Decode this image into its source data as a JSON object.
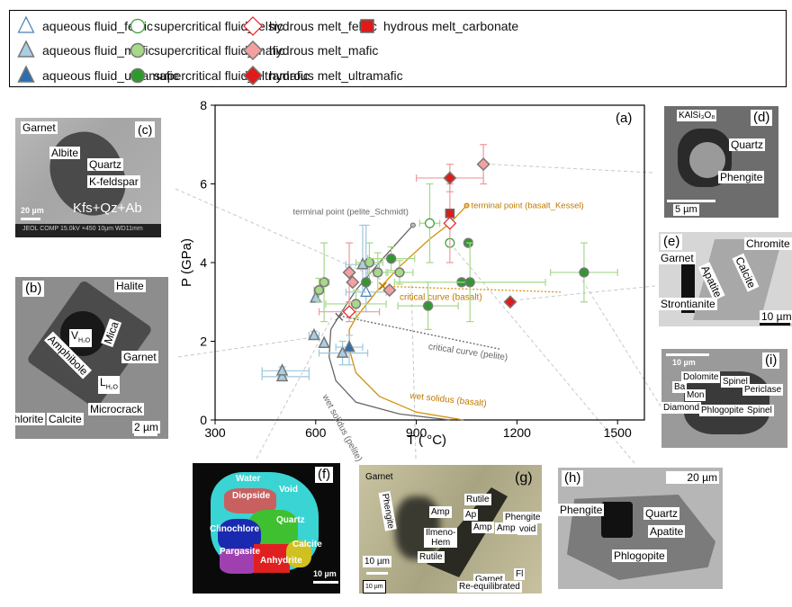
{
  "legend": {
    "items": [
      {
        "label": "aqueous fluid_felsic",
        "marker": "triangle-open",
        "fill": "#ffffff",
        "stroke": "#4a7fb0"
      },
      {
        "label": "aqueous fluid_mafic",
        "marker": "triangle",
        "fill": "#a9cfe6",
        "stroke": "#777777"
      },
      {
        "label": "aqueous fluid_ultramafic",
        "marker": "triangle",
        "fill": "#2b6fad",
        "stroke": "#777777"
      },
      {
        "label": "supercritical fluid_felsic",
        "marker": "circle-open",
        "fill": "#ffffff",
        "stroke": "#3a9a3a"
      },
      {
        "label": "supercritical fluid_mafic",
        "marker": "circle",
        "fill": "#a8d88a",
        "stroke": "#777777"
      },
      {
        "label": "supercritical fluid_ultramafic",
        "marker": "circle",
        "fill": "#2e9a2e",
        "stroke": "#777777"
      },
      {
        "label": "hydrous melt_felsic",
        "marker": "diamond-open",
        "fill": "#ffffff",
        "stroke": "#e02020"
      },
      {
        "label": "hydrous melt_mafic",
        "marker": "diamond",
        "fill": "#f5a0a0",
        "stroke": "#777777"
      },
      {
        "label": "hydrous melt_ultramafic",
        "marker": "diamond",
        "fill": "#e01b1b",
        "stroke": "#777777"
      },
      {
        "label": "hydrous melt_carbonate",
        "marker": "square",
        "fill": "#e01b1b",
        "stroke": "#666666"
      }
    ]
  },
  "chart_data": {
    "type": "scatter",
    "panel_label": "(a)",
    "xlabel": "T ( °C)",
    "ylabel": "P (GPa)",
    "xlim": [
      300,
      1580
    ],
    "ylim": [
      0,
      8
    ],
    "xticks": [
      300,
      600,
      900,
      1200,
      1500
    ],
    "yticks": [
      0,
      2,
      4,
      6,
      8
    ],
    "grid": false,
    "series": [
      {
        "name": "aqueous fluid_felsic",
        "points": [
          {
            "x": 750,
            "y": 3.25,
            "xerr": [
              60,
              60
            ],
            "yerr": [
              0.5,
              1.7
            ]
          }
        ]
      },
      {
        "name": "aqueous fluid_mafic",
        "points": [
          {
            "x": 500,
            "y": 1.1,
            "xerr": [
              60,
              80
            ],
            "yerr": [
              0.1,
              0.1
            ]
          },
          {
            "x": 500,
            "y": 1.25,
            "xerr": [
              60,
              80
            ],
            "yerr": [
              0.1,
              0.1
            ]
          },
          {
            "x": 595,
            "y": 2.15,
            "xerr": [
              15,
              15
            ],
            "yerr": [
              0.1,
              0.1
            ]
          },
          {
            "x": 625,
            "y": 1.95,
            "xerr": [
              0,
              0
            ],
            "yerr": [
              0,
              0
            ]
          },
          {
            "x": 680,
            "y": 1.7,
            "xerr": [
              70,
              75
            ],
            "yerr": [
              0.3,
              0.3
            ]
          },
          {
            "x": 740,
            "y": 3.95,
            "xerr": [
              50,
              50
            ],
            "yerr": [
              0.7,
              1.0
            ]
          },
          {
            "x": 600,
            "y": 3.1,
            "xerr": [
              0,
              0
            ],
            "yerr": [
              0,
              0
            ]
          }
        ]
      },
      {
        "name": "aqueous fluid_ultramafic",
        "points": [
          {
            "x": 700,
            "y": 1.85,
            "xerr": [
              40,
              40
            ],
            "yerr": [
              0.45,
              0.3
            ]
          }
        ]
      },
      {
        "name": "supercritical fluid_felsic",
        "points": [
          {
            "x": 940,
            "y": 5.0,
            "xerr": [
              30,
              30
            ],
            "yerr": [
              1.0,
              1.0
            ]
          },
          {
            "x": 1000,
            "y": 4.5,
            "xerr": [
              0,
              0
            ],
            "yerr": [
              0,
              0
            ]
          }
        ]
      },
      {
        "name": "supercritical fluid_mafic",
        "points": [
          {
            "x": 760,
            "y": 4.0,
            "xerr": [
              40,
              40
            ],
            "yerr": [
              0.5,
              0.5
            ]
          },
          {
            "x": 785,
            "y": 3.75,
            "xerr": [
              30,
              30
            ],
            "yerr": [
              0.5,
              0.5
            ]
          },
          {
            "x": 850,
            "y": 3.75,
            "xerr": [
              40,
              40
            ],
            "yerr": [
              0.3,
              0.3
            ]
          },
          {
            "x": 625,
            "y": 3.5,
            "xerr": [
              15,
              15
            ],
            "yerr": [
              1.0,
              1.0
            ]
          },
          {
            "x": 610,
            "y": 3.3,
            "xerr": [
              15,
              15
            ],
            "yerr": [
              0.3,
              0.3
            ]
          },
          {
            "x": 720,
            "y": 2.95,
            "xerr": [
              90,
              90
            ],
            "yerr": [
              0.35,
              0.35
            ]
          }
        ]
      },
      {
        "name": "supercritical fluid_ultramafic",
        "points": [
          {
            "x": 825,
            "y": 4.1,
            "xerr": [
              70,
              70
            ],
            "yerr": [
              0.3,
              0.3
            ]
          },
          {
            "x": 750,
            "y": 3.5,
            "xerr": [
              0,
              0
            ],
            "yerr": [
              0,
              0
            ]
          },
          {
            "x": 1055,
            "y": 4.5,
            "xerr": [
              0,
              0
            ],
            "yerr": [
              0,
              0
            ]
          },
          {
            "x": 1400,
            "y": 3.75,
            "xerr": [
              100,
              100
            ],
            "yerr": [
              0.75,
              0.75
            ]
          },
          {
            "x": 1035,
            "y": 3.5,
            "xerr": [
              0,
              0
            ],
            "yerr": [
              0,
              0
            ]
          },
          {
            "x": 935,
            "y": 2.9,
            "xerr": [
              90,
              90
            ],
            "yerr": [
              0.6,
              0.6
            ]
          },
          {
            "x": 1060,
            "y": 3.5,
            "xerr": [
              225,
              225
            ],
            "yerr": [
              1.0,
              1.0
            ]
          }
        ]
      },
      {
        "name": "hydrous melt_felsic",
        "points": [
          {
            "x": 1000,
            "y": 5.0,
            "xerr": [
              0,
              0
            ],
            "yerr": [
              1.0,
              1.0
            ]
          },
          {
            "x": 700,
            "y": 2.75,
            "xerr": [
              90,
              90
            ],
            "yerr": [
              0.25,
              0.25
            ]
          }
        ]
      },
      {
        "name": "hydrous melt_mafic",
        "points": [
          {
            "x": 1100,
            "y": 6.5,
            "xerr": [
              0,
              0
            ],
            "yerr": [
              0.5,
              0.5
            ]
          },
          {
            "x": 700,
            "y": 3.75,
            "xerr": [
              0,
              0
            ],
            "yerr": [
              0.75,
              0.75
            ]
          },
          {
            "x": 710,
            "y": 3.5,
            "xerr": [
              0,
              0
            ],
            "yerr": [
              0,
              0
            ]
          },
          {
            "x": 820,
            "y": 3.3,
            "xerr": [
              0,
              0
            ],
            "yerr": [
              0,
              0
            ]
          }
        ]
      },
      {
        "name": "hydrous melt_ultramafic",
        "points": [
          {
            "x": 1000,
            "y": 6.15,
            "xerr": [
              100,
              100
            ],
            "yerr": [
              0.35,
              0.35
            ]
          },
          {
            "x": 1180,
            "y": 3.0,
            "xerr": [
              0,
              0
            ],
            "yerr": [
              0,
              0
            ]
          }
        ]
      },
      {
        "name": "hydrous melt_carbonate",
        "points": [
          {
            "x": 1000,
            "y": 5.25,
            "xerr": [
              0,
              0
            ],
            "yerr": [
              0,
              0
            ]
          }
        ]
      }
    ],
    "curves": [
      {
        "name": "wet solidus (pelite)",
        "color": "#666666",
        "label": "wet solidus (pelite)",
        "x": [
          1000,
          850,
          720,
          660,
          640,
          645,
          670,
          720,
          800,
          890
        ],
        "y": [
          0,
          0.15,
          0.45,
          1.0,
          1.6,
          2.3,
          2.65,
          3.3,
          4.1,
          4.95
        ]
      },
      {
        "name": "wet solidus (basalt)",
        "color": "#d4900a",
        "label": "wet solidus (basalt)",
        "x": [
          1040,
          900,
          790,
          720,
          700,
          700,
          720,
          780,
          850,
          940,
          1000,
          1050
        ],
        "y": [
          0,
          0.2,
          0.6,
          1.2,
          1.8,
          2.3,
          2.6,
          3.25,
          3.9,
          4.6,
          5.0,
          5.45
        ]
      },
      {
        "name": "critical curve (basalt)",
        "color": "#e08a10",
        "dashed": true,
        "label": "critical curve (basalt)",
        "x": [
          800,
          1330
        ],
        "y": [
          3.4,
          3.25
        ]
      },
      {
        "name": "critical curve (pelite)",
        "color": "#666666",
        "dashed": true,
        "label": "critical curve (pelite)",
        "x": [
          670,
          1150
        ],
        "y": [
          2.65,
          1.8
        ]
      }
    ],
    "annotations": [
      {
        "text": "terminal point (pelite_Schmidt)",
        "x": 890,
        "y": 4.95,
        "color": "#666666"
      },
      {
        "text": "terminal point  (basalt_Kessel)",
        "x": 1050,
        "y": 5.45,
        "color": "#c07a00"
      }
    ],
    "crosses": [
      {
        "x": 670,
        "y": 2.62,
        "color": "#666666"
      },
      {
        "x": 800,
        "y": 3.4,
        "color": "#c07a00"
      }
    ]
  },
  "panels": {
    "c": {
      "tag": "(c)",
      "labels": [
        "Garnet",
        "Albite",
        "Quartz",
        "K-feldspar"
      ],
      "overlay": "Kfs+Qz+Ab",
      "scale": "20 µm",
      "footer": "JEOL COMP  15.0kV   ×450   10µm WD11mm"
    },
    "b": {
      "tag": "(b)",
      "labels": [
        "Halite",
        "V",
        "H₂O",
        "Mica",
        "Garnet",
        "Amphibole",
        "L",
        "H₂O",
        "Chlorite",
        "Calcite",
        "Microcrack"
      ],
      "scale": "2 µm"
    },
    "d": {
      "tag": "(d)",
      "labels": [
        "KAlSi₃O₈",
        "Quartz",
        "Phengite"
      ],
      "scale": "5 µm"
    },
    "e": {
      "tag": "(e)",
      "labels": [
        "Chromite",
        "Garnet",
        "Apatite",
        "Calcite",
        "Strontianite"
      ],
      "scale": "10 µm"
    },
    "i": {
      "tag": "(i)",
      "labels": [
        "Dolomite",
        "Ba",
        "Spinel",
        "Mon",
        "Periclase",
        "Diamond",
        "Phlogopite",
        "Spinel"
      ],
      "scale": "10 µm"
    },
    "f": {
      "tag": "(f)",
      "labels": [
        "Water",
        "Void",
        "Diopside",
        "Quartz",
        "Clinochlore",
        "Pargasite",
        "Calcite",
        "Anhydrite"
      ],
      "scale": "10 µm"
    },
    "g": {
      "tag": "(g)",
      "labels": [
        "Garnet",
        "Phengite",
        "Rutile",
        "Amp",
        "Ap",
        "Amp",
        "Amp",
        "Phengite",
        "void",
        "Ilmeno-",
        "Hem",
        "Rutile",
        "Garnet",
        "Fl",
        "Re-equilibrated"
      ],
      "scale": "10 µm",
      "scale2": "10 µm"
    },
    "h": {
      "tag": "(h)",
      "labels": [
        "Phengite",
        "Quartz",
        "Apatite",
        "Phlogopite"
      ],
      "scale": "20 µm"
    }
  }
}
